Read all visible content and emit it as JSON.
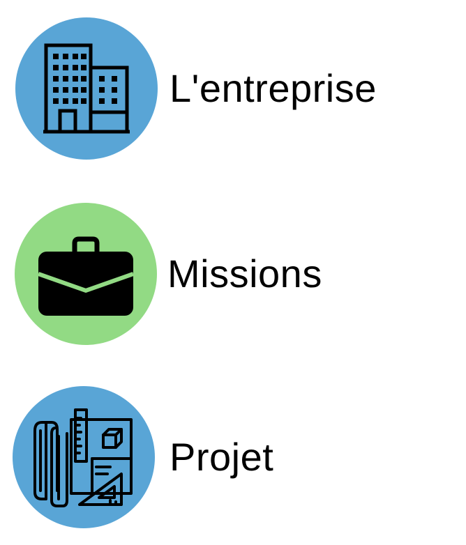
{
  "menu": {
    "items": [
      {
        "label": "L'entreprise",
        "icon": "office-building-icon",
        "color": "#59a5d6"
      },
      {
        "label": "Missions",
        "icon": "briefcase-icon",
        "color": "#92da84"
      },
      {
        "label": "Projet",
        "icon": "blueprint-tools-icon",
        "color": "#59a5d6"
      }
    ]
  }
}
